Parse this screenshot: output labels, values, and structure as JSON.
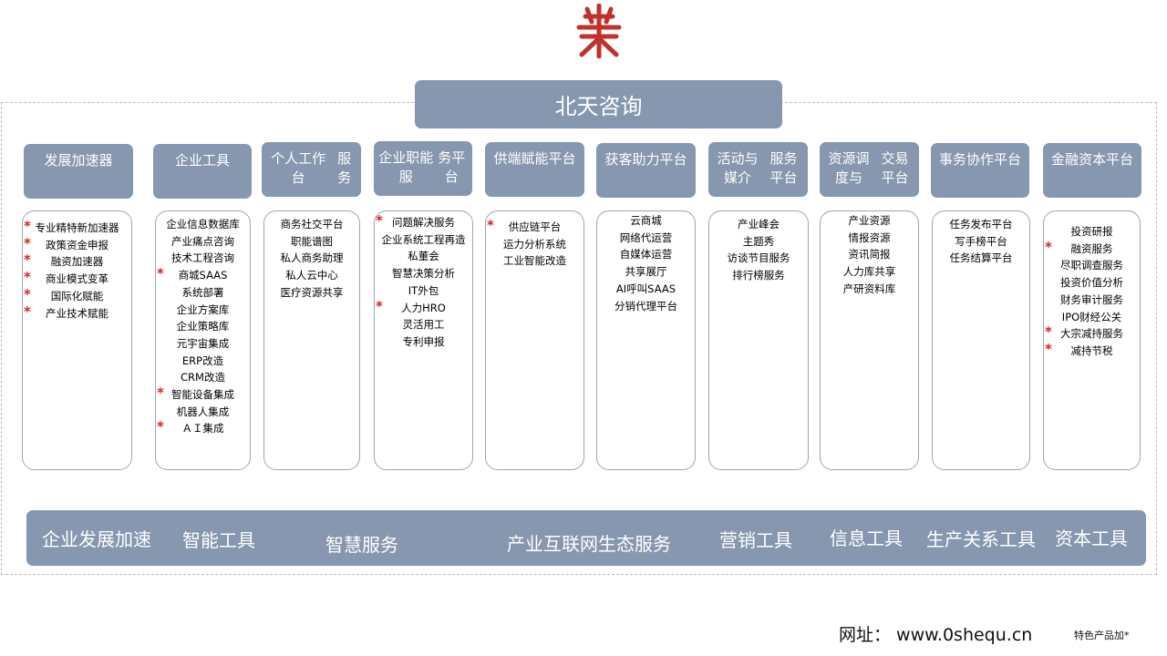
{
  "title": "北天咨询",
  "columns": [
    {
      "header": [
        "发展加速器"
      ],
      "items": [
        {
          "text": "专业精特新加速器",
          "star": true
        },
        {
          "text": "政策资金申报",
          "star": true
        },
        {
          "text": "融资加速器",
          "star": true
        },
        {
          "text": "商业模式变革",
          "star": true
        },
        {
          "text": "国际化赋能",
          "star": true
        },
        {
          "text": "产业技术赋能",
          "star": true
        }
      ]
    },
    {
      "header": [
        "企业工具"
      ],
      "items": [
        {
          "text": "企业信息数据库",
          "star": false
        },
        {
          "text": "产业痛点咨询",
          "star": false
        },
        {
          "text": "技术工程咨询",
          "star": false
        },
        {
          "text": "商城SAAS",
          "star": true
        },
        {
          "text": "系统部署",
          "star": false
        },
        {
          "text": "企业方案库",
          "star": false
        },
        {
          "text": "企业策略库",
          "star": false
        },
        {
          "text": "元宇宙集成",
          "star": false
        },
        {
          "text": "ERP改造",
          "star": false
        },
        {
          "text": "CRM改造",
          "star": false
        },
        {
          "text": "智能设备集成",
          "star": true
        },
        {
          "text": "机器人集成",
          "star": false
        },
        {
          "text": "ＡＩ集成",
          "star": true
        }
      ]
    },
    {
      "header": [
        "个人工作台",
        "服务"
      ],
      "items": [
        {
          "text": "商务社交平台",
          "star": false
        },
        {
          "text": "职能谱图",
          "star": false
        },
        {
          "text": "私人商务助理",
          "star": false
        },
        {
          "text": "私人云中心",
          "star": false
        },
        {
          "text": "医疗资源共享",
          "star": false
        }
      ]
    },
    {
      "header": [
        "企业职能服",
        "务平台"
      ],
      "items": [
        {
          "text": "问题解决服务",
          "star": true
        },
        {
          "text": "企业系统工程再造",
          "star": false
        },
        {
          "text": "私董会",
          "star": false
        },
        {
          "text": "智慧决策分析",
          "star": false
        },
        {
          "text": "IT外包",
          "star": false
        },
        {
          "text": "人力HRO",
          "star": true
        },
        {
          "text": "灵活用工",
          "star": false
        },
        {
          "text": "专利申报",
          "star": false
        }
      ]
    },
    {
      "header": [
        "供端赋能平",
        "台"
      ],
      "items": [
        {
          "text": "供应链平台",
          "star": true
        },
        {
          "text": "运力分析系统",
          "star": false
        },
        {
          "text": "工业智能改造",
          "star": false
        }
      ]
    },
    {
      "header": [
        "获客助力平",
        "台"
      ],
      "items": [
        {
          "text": "云商城",
          "star": false
        },
        {
          "text": "网络代运营",
          "star": false
        },
        {
          "text": "自媒体运营",
          "star": false
        },
        {
          "text": "共享展厅",
          "star": false
        },
        {
          "text": "AI呼叫SAAS",
          "star": false
        },
        {
          "text": "分销代理平台",
          "star": false
        }
      ]
    },
    {
      "header": [
        "活动与媒介",
        "服务平台"
      ],
      "items": [
        {
          "text": "产业峰会",
          "star": false
        },
        {
          "text": "主题秀",
          "star": false
        },
        {
          "text": "访谈节目服务",
          "star": false
        },
        {
          "text": "排行榜服务",
          "star": false
        }
      ]
    },
    {
      "header": [
        "资源调度与",
        "交易平台"
      ],
      "items": [
        {
          "text": "产业资源",
          "star": false
        },
        {
          "text": "情报资源",
          "star": false
        },
        {
          "text": "资讯简报",
          "star": false
        },
        {
          "text": "人力库共享",
          "star": false
        },
        {
          "text": "产研资料库",
          "star": false
        }
      ]
    },
    {
      "header": [
        "事务协作平",
        "台"
      ],
      "items": [
        {
          "text": "任务发布平台",
          "star": false
        },
        {
          "text": "写手榜平台",
          "star": false
        },
        {
          "text": "任务结算平台",
          "star": false
        }
      ]
    },
    {
      "header": [
        "金融资本平",
        "台"
      ],
      "items": [
        {
          "text": "投资研报",
          "star": false
        },
        {
          "text": "融资服务",
          "star": true
        },
        {
          "text": "尽职调查服务",
          "star": false
        },
        {
          "text": "投资价值分析",
          "star": false
        },
        {
          "text": "财务审计服务",
          "star": false
        },
        {
          "text": "IPO财经公关",
          "star": false
        },
        {
          "text": "大宗减持服务",
          "star": true
        },
        {
          "text": "减持节税",
          "star": true
        }
      ]
    }
  ],
  "star_glyph": "*",
  "bottom_labels": [
    "企业发展加速",
    "智能工具",
    "智慧服务",
    "产业互联网生态服务",
    "营销工具",
    "信息工具",
    "生产关系工具",
    "资本工具"
  ],
  "footer": {
    "url": "网址：  www.0shequ.cn",
    "note": "特色产品加*"
  },
  "colors": {
    "panel": "#8697af",
    "star": "#d8231e",
    "logo": "#c0312b"
  }
}
